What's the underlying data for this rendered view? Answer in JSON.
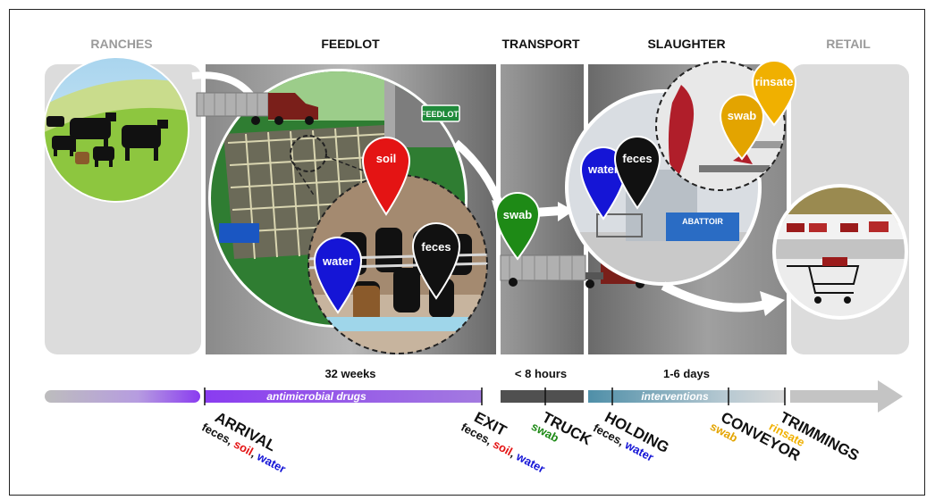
{
  "stages": [
    {
      "label": "RANCHES",
      "style": "grey"
    },
    {
      "label": "FEEDLOT",
      "style": "dark"
    },
    {
      "label": "TRANSPORT",
      "style": "dark"
    },
    {
      "label": "SLAUGHTER",
      "style": "dark"
    },
    {
      "label": "RETAIL",
      "style": "grey"
    }
  ],
  "durations": {
    "feedlot": "32 weeks",
    "transport": "< 8 hours",
    "slaughter": "1-6 days"
  },
  "bars": {
    "antimicrobial": "antimicrobial drugs",
    "interventions": "interventions"
  },
  "signs": {
    "feedlot": "FEEDLOT",
    "abattoir": "ABATTOIR"
  },
  "pins": {
    "soil": "soil",
    "water": "water",
    "feces": "feces",
    "swab_transport": "swab",
    "water_slaughter": "water",
    "feces_slaughter": "feces",
    "swab_slaughter": "swab",
    "rinsate": "rinsate"
  },
  "sample_points": [
    {
      "title": "ARRIVAL",
      "samples": [
        "feces",
        "soil",
        "water"
      ]
    },
    {
      "title": "EXIT",
      "samples": [
        "feces",
        "soil",
        "water"
      ]
    },
    {
      "title": "TRUCK",
      "samples": [
        "swab"
      ]
    },
    {
      "title": "HOLDING",
      "samples": [
        "feces",
        "water"
      ]
    },
    {
      "title": "CONVEYOR",
      "samples": [
        "swab"
      ]
    },
    {
      "title": "TRIMMINGS",
      "samples": [
        "rinsate"
      ]
    }
  ],
  "colors": {
    "soil": "#e41414",
    "water": "#1515d6",
    "feces": "#111111",
    "swab_green": "#1e8a16",
    "swab_gold": "#e3a400",
    "rinsate": "#f0b000",
    "purple": "#8a3cf0",
    "truck": "#7a1f1a"
  }
}
